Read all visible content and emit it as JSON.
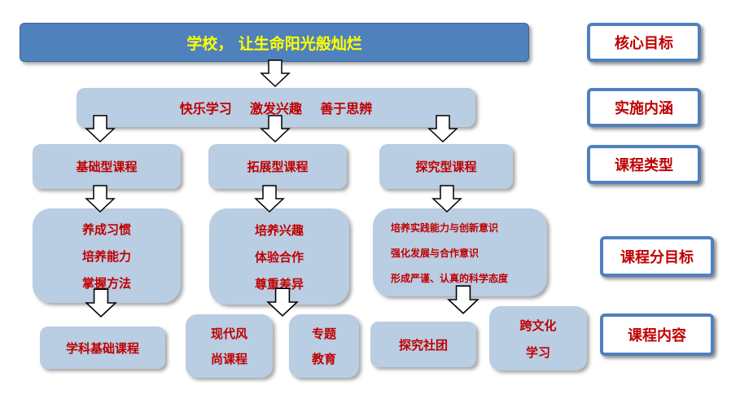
{
  "top": {
    "title": "学校，  让生命阳光般灿烂"
  },
  "implementation": {
    "text": "快乐学习    激发兴趣    善于思辨"
  },
  "course_types": [
    "基础型课程",
    "拓展型课程",
    "探究型课程"
  ],
  "sub_goals": {
    "basic": [
      "养成习惯",
      "培养能力",
      "掌握方法"
    ],
    "extended": [
      "培养兴趣",
      "体验合作",
      "尊重差异"
    ],
    "inquiry": [
      "培养实践能力与创新意识",
      "强化发展与合作意识",
      "形成严谨、认真的科学态度"
    ]
  },
  "contents": {
    "basic": [
      "学科基础课程"
    ],
    "fashion": [
      "现代风",
      "尚课程"
    ],
    "topic": [
      "专题",
      "教育"
    ],
    "club": [
      "探究社团"
    ],
    "cross": [
      "跨文化",
      "学习"
    ]
  },
  "labels": {
    "core_goal": "核心目标",
    "connotation": "实施内涵",
    "course_type": "课程类型",
    "course_sub_goal": "课程分目标",
    "course_content": "课程内容"
  }
}
